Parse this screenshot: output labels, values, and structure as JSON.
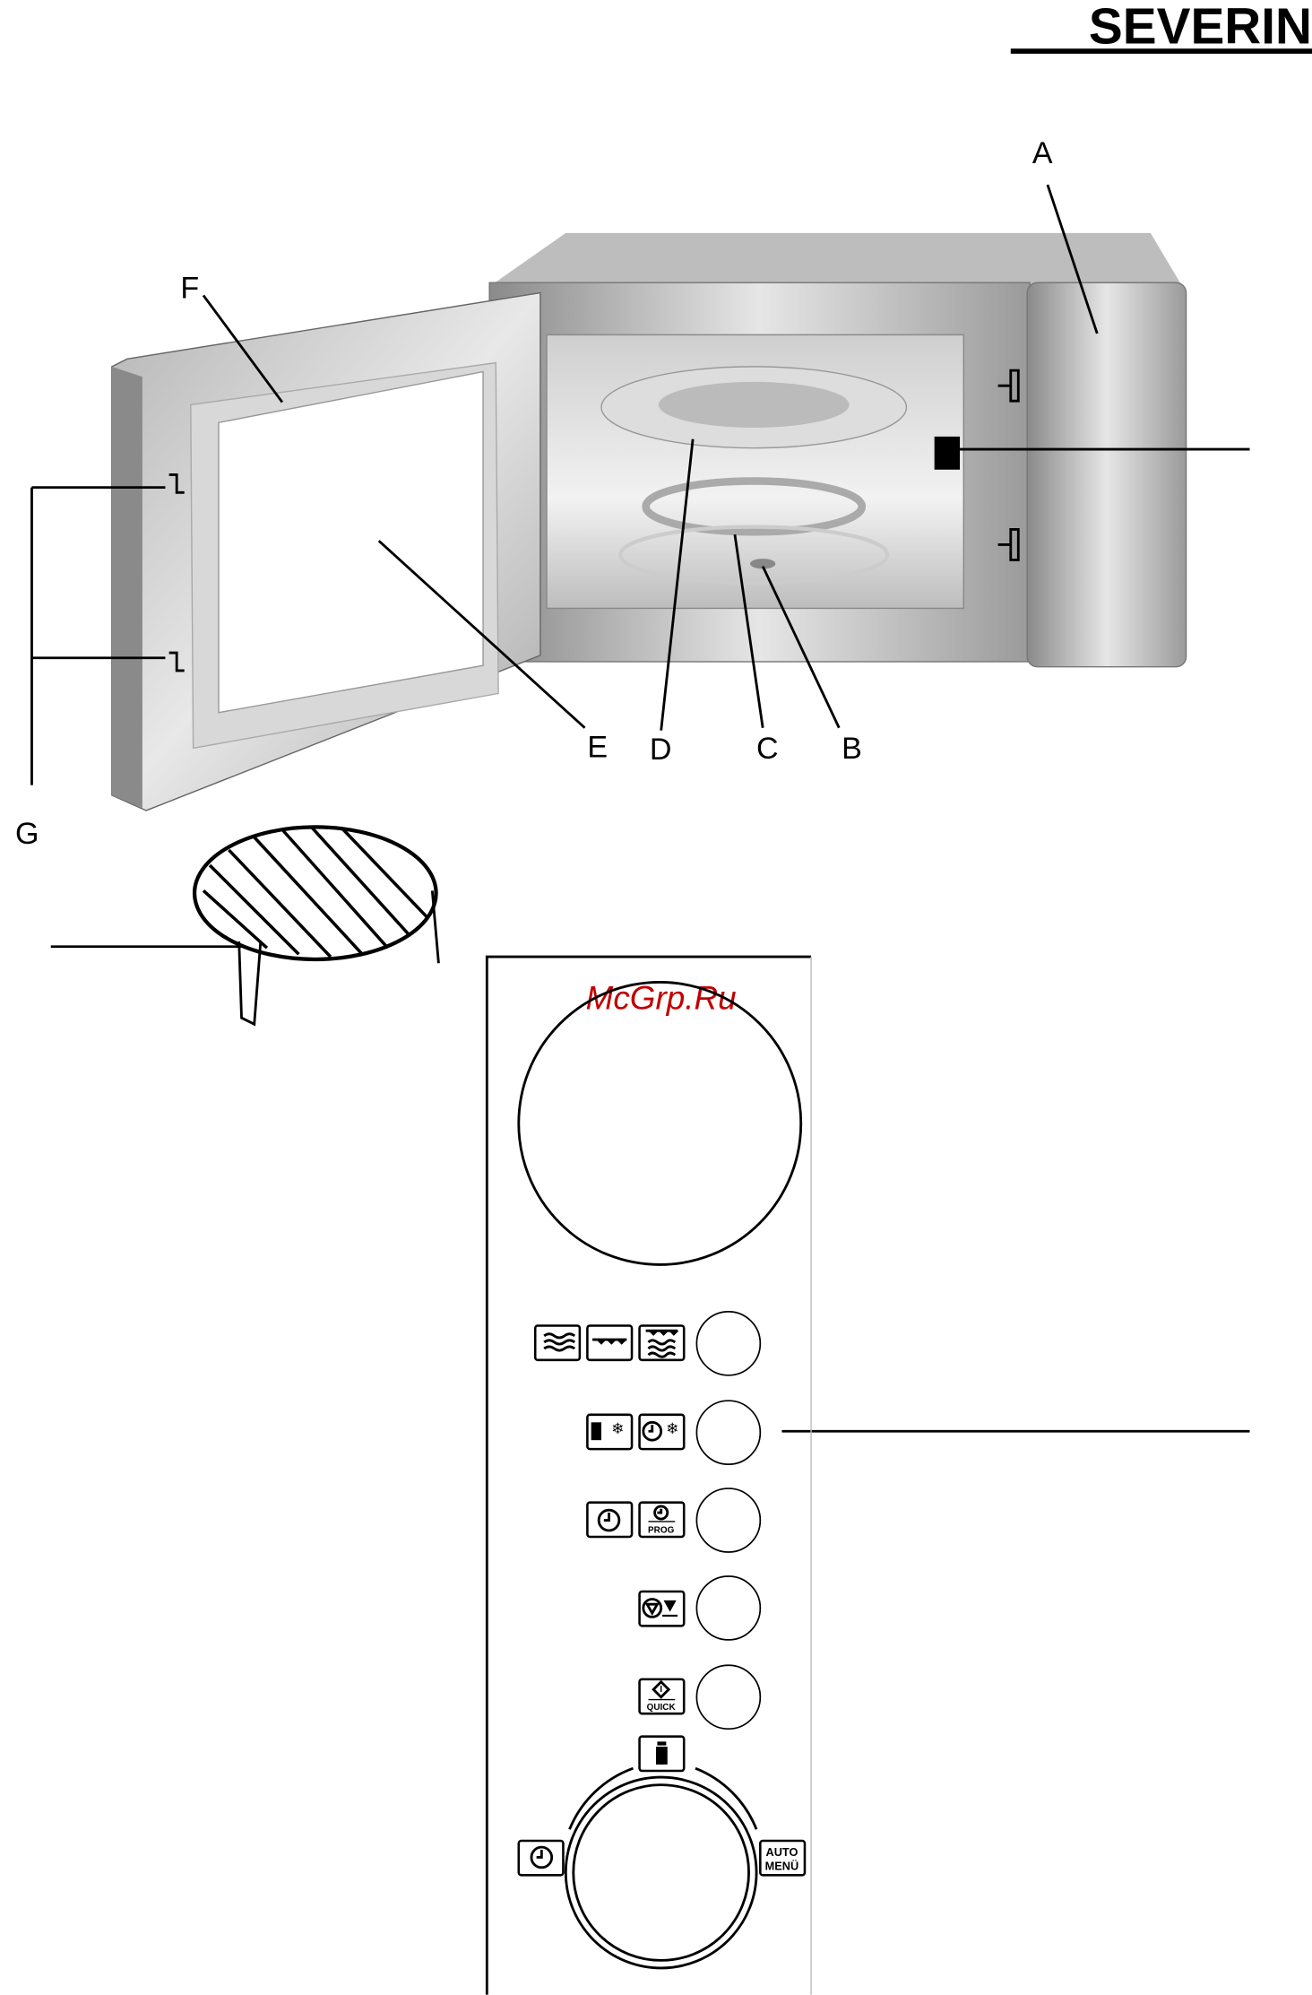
{
  "brand": {
    "logo_text": "SEVERIN"
  },
  "watermark": "McGrp.Ru",
  "labels": {
    "A": "A",
    "B": "B",
    "C": "C",
    "D": "D",
    "E": "E",
    "F": "F",
    "G": "G"
  },
  "control_panel": {
    "rows": [
      {
        "icons": [
          "microwave-icon",
          "grill-icon",
          "combi-icon"
        ]
      },
      {
        "icons": [
          "defrost-weight-icon",
          "defrost-time-icon"
        ]
      },
      {
        "icons": [
          "clock-icon",
          "clock-prog-icon"
        ],
        "prog_label": "PROG"
      },
      {
        "icons": [
          "stop-cancel-icon"
        ]
      },
      {
        "icons": [
          "start-quick-icon"
        ],
        "quick_label": "QUICK"
      }
    ],
    "dial": {
      "top_icon_text": "g",
      "right_label_1": "AUTO",
      "right_label_2": "MENÜ"
    },
    "weight_glyph": "g"
  }
}
